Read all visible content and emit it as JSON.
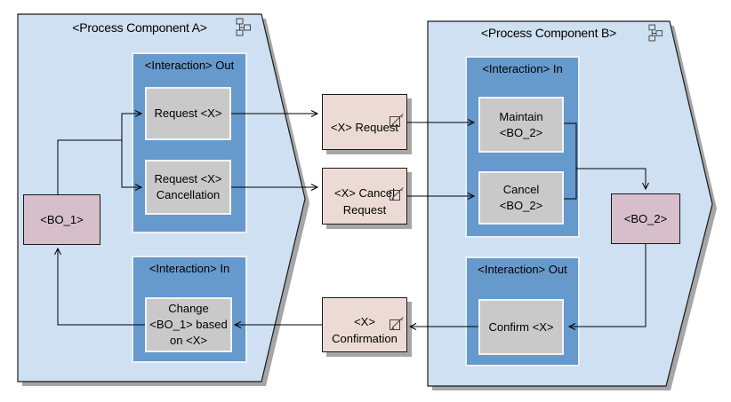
{
  "components": {
    "a": {
      "title": "<Process Component A>",
      "interaction_out": {
        "title": "<Interaction> Out",
        "operations": [
          "Request <X>",
          "Request <X>\nCancellation"
        ]
      },
      "interaction_in": {
        "title": "<Interaction> In",
        "operations": [
          "Change\n<BO_1> based\non <X>"
        ]
      },
      "business_object": "<BO_1>"
    },
    "b": {
      "title": "<Process Component B>",
      "interaction_in": {
        "title": "<Interaction> In",
        "operations": [
          "Maintain\n<BO_2>",
          "Cancel\n<BO_2>"
        ]
      },
      "interaction_out": {
        "title": "<Interaction> Out",
        "operations": [
          "Confirm <X>"
        ]
      },
      "business_object": "<BO_2>"
    }
  },
  "messages": [
    {
      "label": "<X> Request"
    },
    {
      "label": "<X> Cancel\nRequest"
    },
    {
      "label": "<X>\nConfirmation"
    }
  ],
  "icons": {
    "component_corner": "composite-structure-icon",
    "message_corner": "edit-document-icon"
  },
  "colors": {
    "component_fill": "#cfe0f3",
    "interaction_fill": "#6699cc",
    "interaction_border": "#e9eff9",
    "operation_fill": "#c9c9c9",
    "operation_border": "#f2f3f5",
    "business_object_fill": "#d6bfca",
    "message_fill": "#ecdbd4",
    "shadow": "#a6a6a6",
    "outline": "#1a1a1a",
    "connector": "#000000"
  }
}
